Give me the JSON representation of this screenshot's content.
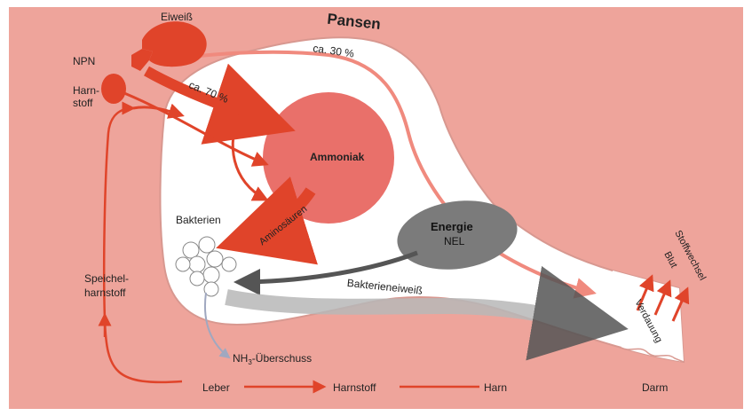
{
  "labels": {
    "pansen": "Pansen",
    "eiweiss": "Eiweiß",
    "npn": "NPN",
    "harnstoff_top_1": "Harn-",
    "harnstoff_top_2": "stoff",
    "ca30": "ca. 30 %",
    "ca70": "ca. 70 %",
    "ammoniak": "Ammoniak",
    "aminosaeuren": "Aminosäuren",
    "bakterien": "Bakterien",
    "energie": "Energie",
    "nel": "NEL",
    "bakterieneiweiss": "Bakterieneiweiß",
    "stoffwechsel": "Stoffwechsel",
    "blut": "Blut",
    "verdauung": "Verdauung",
    "speichel_1": "Speichel-",
    "speichel_2": "harnstoff",
    "nh3_prefix": "NH",
    "nh3_sub": "3",
    "nh3_suffix": "-Überschuss",
    "leber": "Leber",
    "harnstoff_bottom": "Harnstoff",
    "harn": "Harn",
    "darm": "Darm"
  },
  "colors": {
    "background": "#eea49b",
    "arrow_red": "#e0442a",
    "ammoniak": "#e9706a",
    "energie": "#7b7b7b",
    "bakterien_arrow": "#b8b8b8",
    "rumen_fill": "#ffffff"
  }
}
